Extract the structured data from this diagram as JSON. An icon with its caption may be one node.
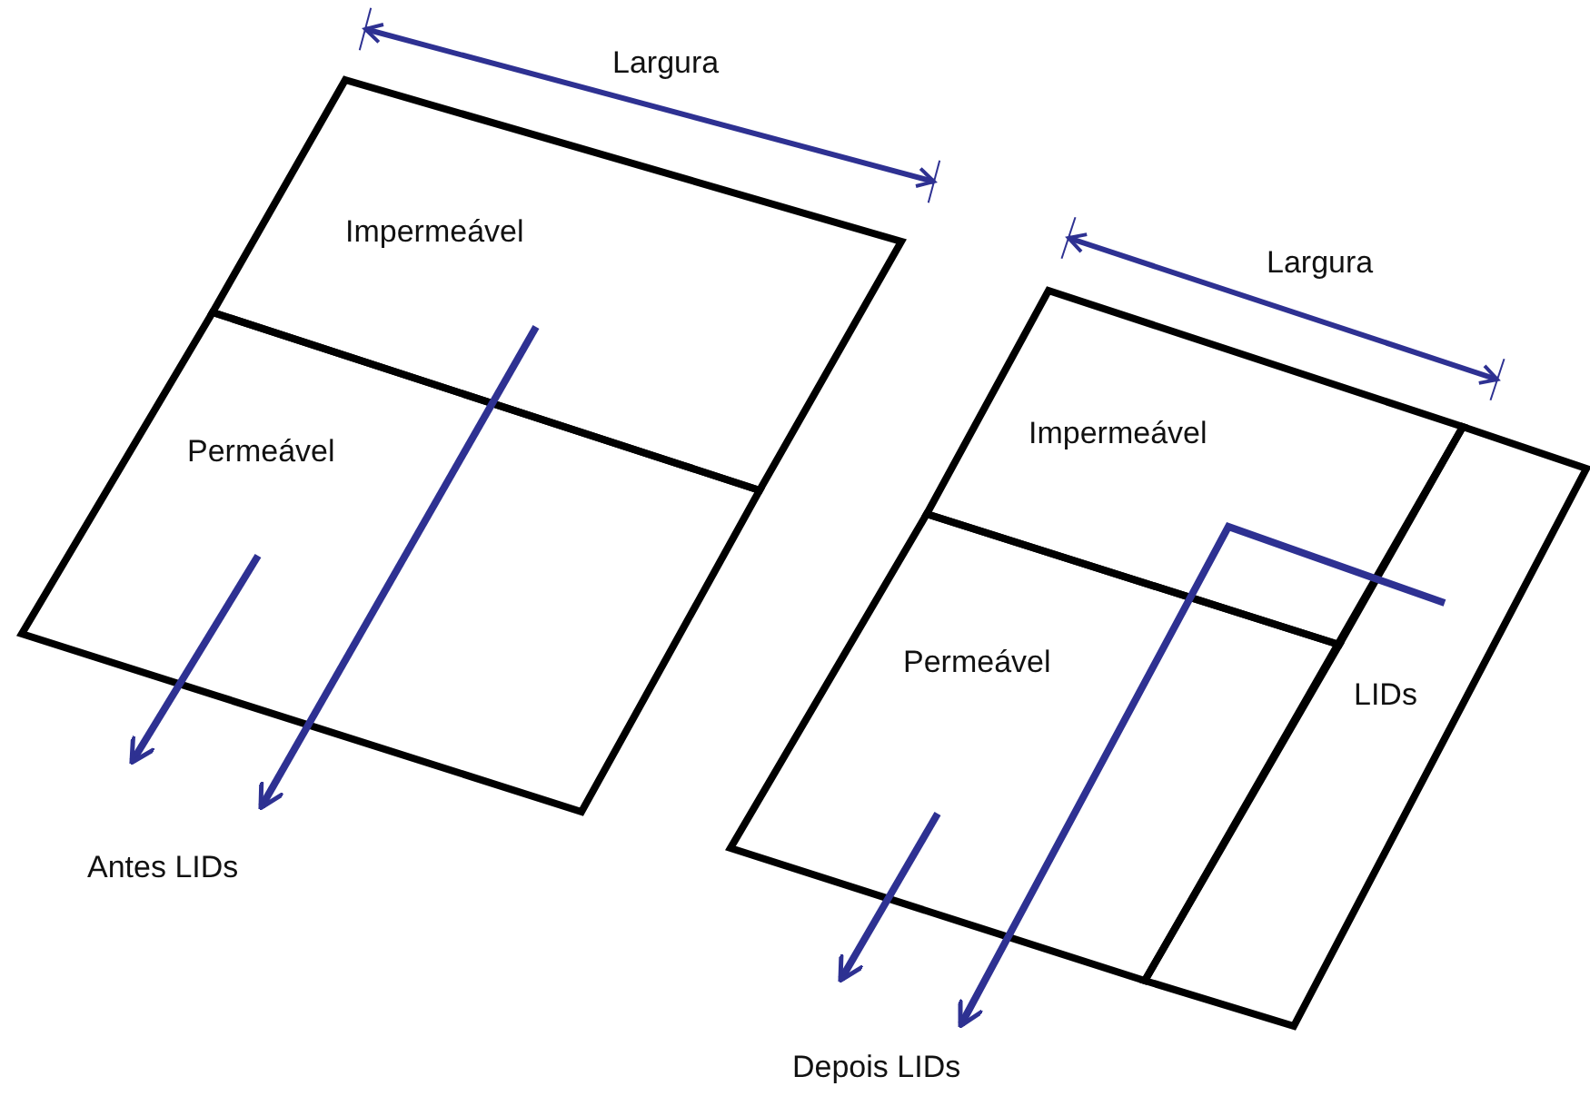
{
  "diagram": {
    "nodes": [
      {
        "text": [
          "Impermeável"
        ]
      },
      {
        "text": [
          "Permeável"
        ]
      },
      {
        "text": [
          "Impermeável"
        ]
      },
      {
        "text": [
          "Permeável"
        ]
      },
      {
        "text": [
          "LIDs"
        ]
      }
    ],
    "labels": [
      "Largura",
      "Antes LIDs",
      "Largura",
      "Depois LIDs"
    ]
  }
}
